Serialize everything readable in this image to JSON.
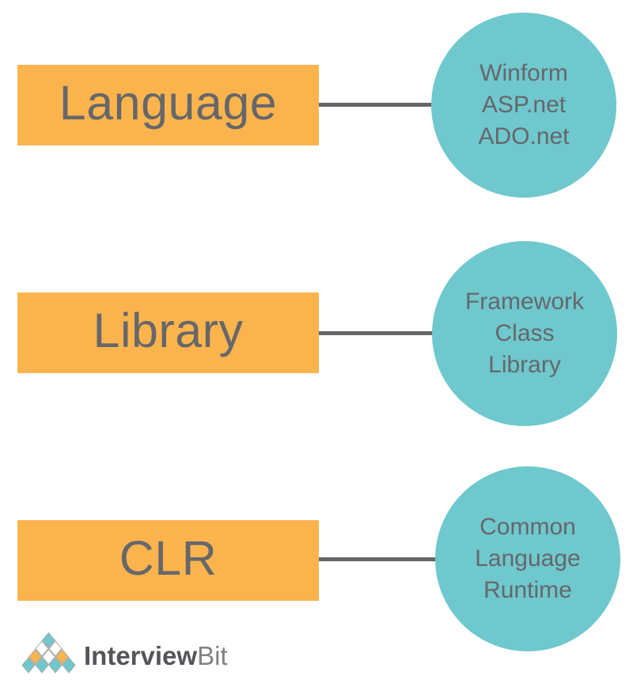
{
  "diagram": {
    "rows": [
      {
        "label": "Language",
        "circle_lines": [
          "Winform",
          "ASP.net",
          "ADO.net"
        ]
      },
      {
        "label": "Library",
        "circle_lines": [
          "Framework",
          "Class",
          "Library"
        ]
      },
      {
        "label": "CLR",
        "circle_lines": [
          "Common",
          "Language",
          "Runtime"
        ]
      }
    ],
    "colors": {
      "box": "#FBB44D",
      "circle": "#6EC8CD",
      "text": "#66676A",
      "connector": "#666666"
    }
  },
  "logo": {
    "brand_primary": "Interview",
    "brand_secondary": "Bit",
    "mark_rows": [
      [
        "teal"
      ],
      [
        "white",
        "white"
      ],
      [
        "orange",
        "white",
        "orange"
      ],
      [
        "teal",
        "teal",
        "teal",
        "teal"
      ]
    ],
    "mark_colors": {
      "teal": "#6EC8CD",
      "orange": "#FBB44D",
      "white": "#FFFFFF",
      "outline": "#A9ABAE"
    },
    "text_colors": {
      "primary": "#55565A",
      "secondary": "#808285"
    }
  }
}
